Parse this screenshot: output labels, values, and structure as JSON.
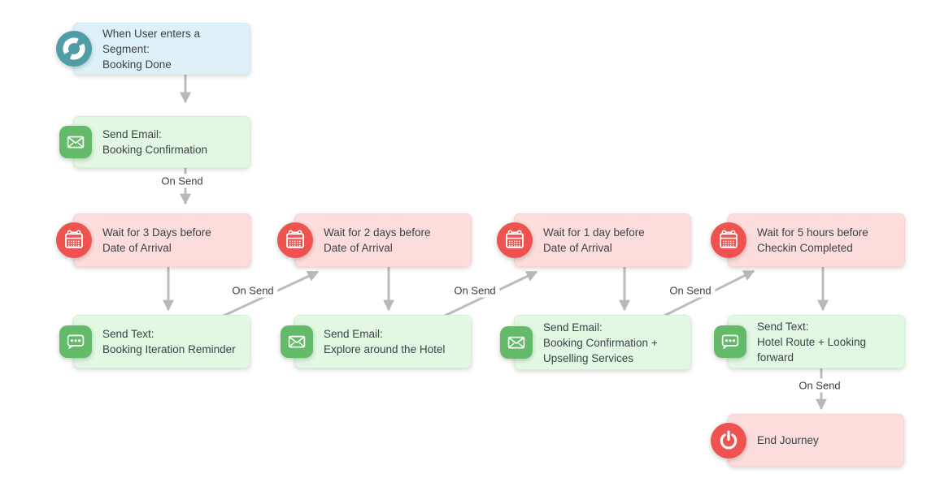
{
  "colors": {
    "trigger_icon": "#4f9da6",
    "action_icon": "#63ba68",
    "wait_icon": "#ef5350",
    "trigger_box": "#def1f8",
    "action_box": "#e2f8e3",
    "wait_box": "#fcdddc",
    "arrow": "#bcbcbc",
    "text": "#3d4247"
  },
  "nodes": [
    {
      "id": "trigger",
      "type": "segment-trigger",
      "icon": "segment-icon",
      "lines": [
        "When User enters a Segment:",
        "Booking Done"
      ]
    },
    {
      "id": "email-booking-confirmation",
      "type": "send-email",
      "icon": "email-icon",
      "lines": [
        "Send Email:",
        "Booking Confirmation"
      ]
    },
    {
      "id": "wait-3-days",
      "type": "wait",
      "icon": "calendar-icon",
      "lines": [
        "Wait for 3 Days before",
        "Date of Arrival"
      ]
    },
    {
      "id": "wait-2-days",
      "type": "wait",
      "icon": "calendar-icon",
      "lines": [
        "Wait for 2 days before",
        "Date of Arrival"
      ]
    },
    {
      "id": "wait-1-day",
      "type": "wait",
      "icon": "calendar-icon",
      "lines": [
        "Wait for 1 day before",
        "Date of Arrival"
      ]
    },
    {
      "id": "wait-5-hours",
      "type": "wait",
      "icon": "calendar-icon",
      "lines": [
        "Wait for 5 hours before",
        "Checkin Completed"
      ]
    },
    {
      "id": "text-booking-iteration-reminder",
      "type": "send-text",
      "icon": "chat-icon",
      "lines": [
        "Send Text:",
        "Booking Iteration Reminder"
      ]
    },
    {
      "id": "email-explore-hotel",
      "type": "send-email",
      "icon": "email-icon",
      "lines": [
        "Send Email:",
        "Explore around the Hotel"
      ]
    },
    {
      "id": "email-confirmation-upselling",
      "type": "send-email",
      "icon": "email-icon",
      "lines": [
        "Send Email:",
        "Booking Confirmation +",
        "Upselling Services"
      ]
    },
    {
      "id": "text-hotel-route",
      "type": "send-text",
      "icon": "chat-icon",
      "lines": [
        "Send Text:",
        "Hotel Route + Looking forward"
      ]
    },
    {
      "id": "end-journey",
      "type": "end",
      "icon": "power-icon",
      "lines": [
        "End Journey"
      ]
    }
  ],
  "edge_labels": [
    "On Send",
    "On Send",
    "On Send",
    "On Send",
    "On Send"
  ]
}
